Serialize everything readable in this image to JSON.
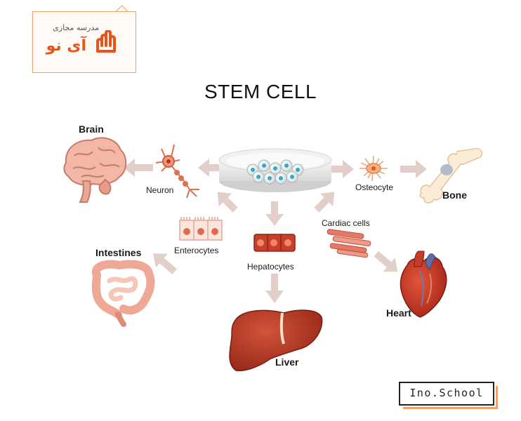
{
  "title": "STEM CELL",
  "logo": {
    "subtitle": "مدرسه مجازی",
    "name": "آی نو",
    "accent": "#e8551b"
  },
  "badge": {
    "text": "Ino.School"
  },
  "nodes": {
    "brain": "Brain",
    "neuron": "Neuron",
    "osteocyte": "Osteocyte",
    "bone": "Bone",
    "enterocytes": "Enterocytes",
    "hepatocytes": "Hepatocytes",
    "cardiac_cells": "Cardiac cells",
    "intestines": "Intestines",
    "liver": "Liver",
    "heart": "Heart"
  },
  "colors": {
    "arrow": "#e3cfc9",
    "organ_pink": "#f2b7a6",
    "organ_red": "#b83220",
    "cell_red": "#d64532",
    "dish_blue": "#3aa6c4"
  }
}
